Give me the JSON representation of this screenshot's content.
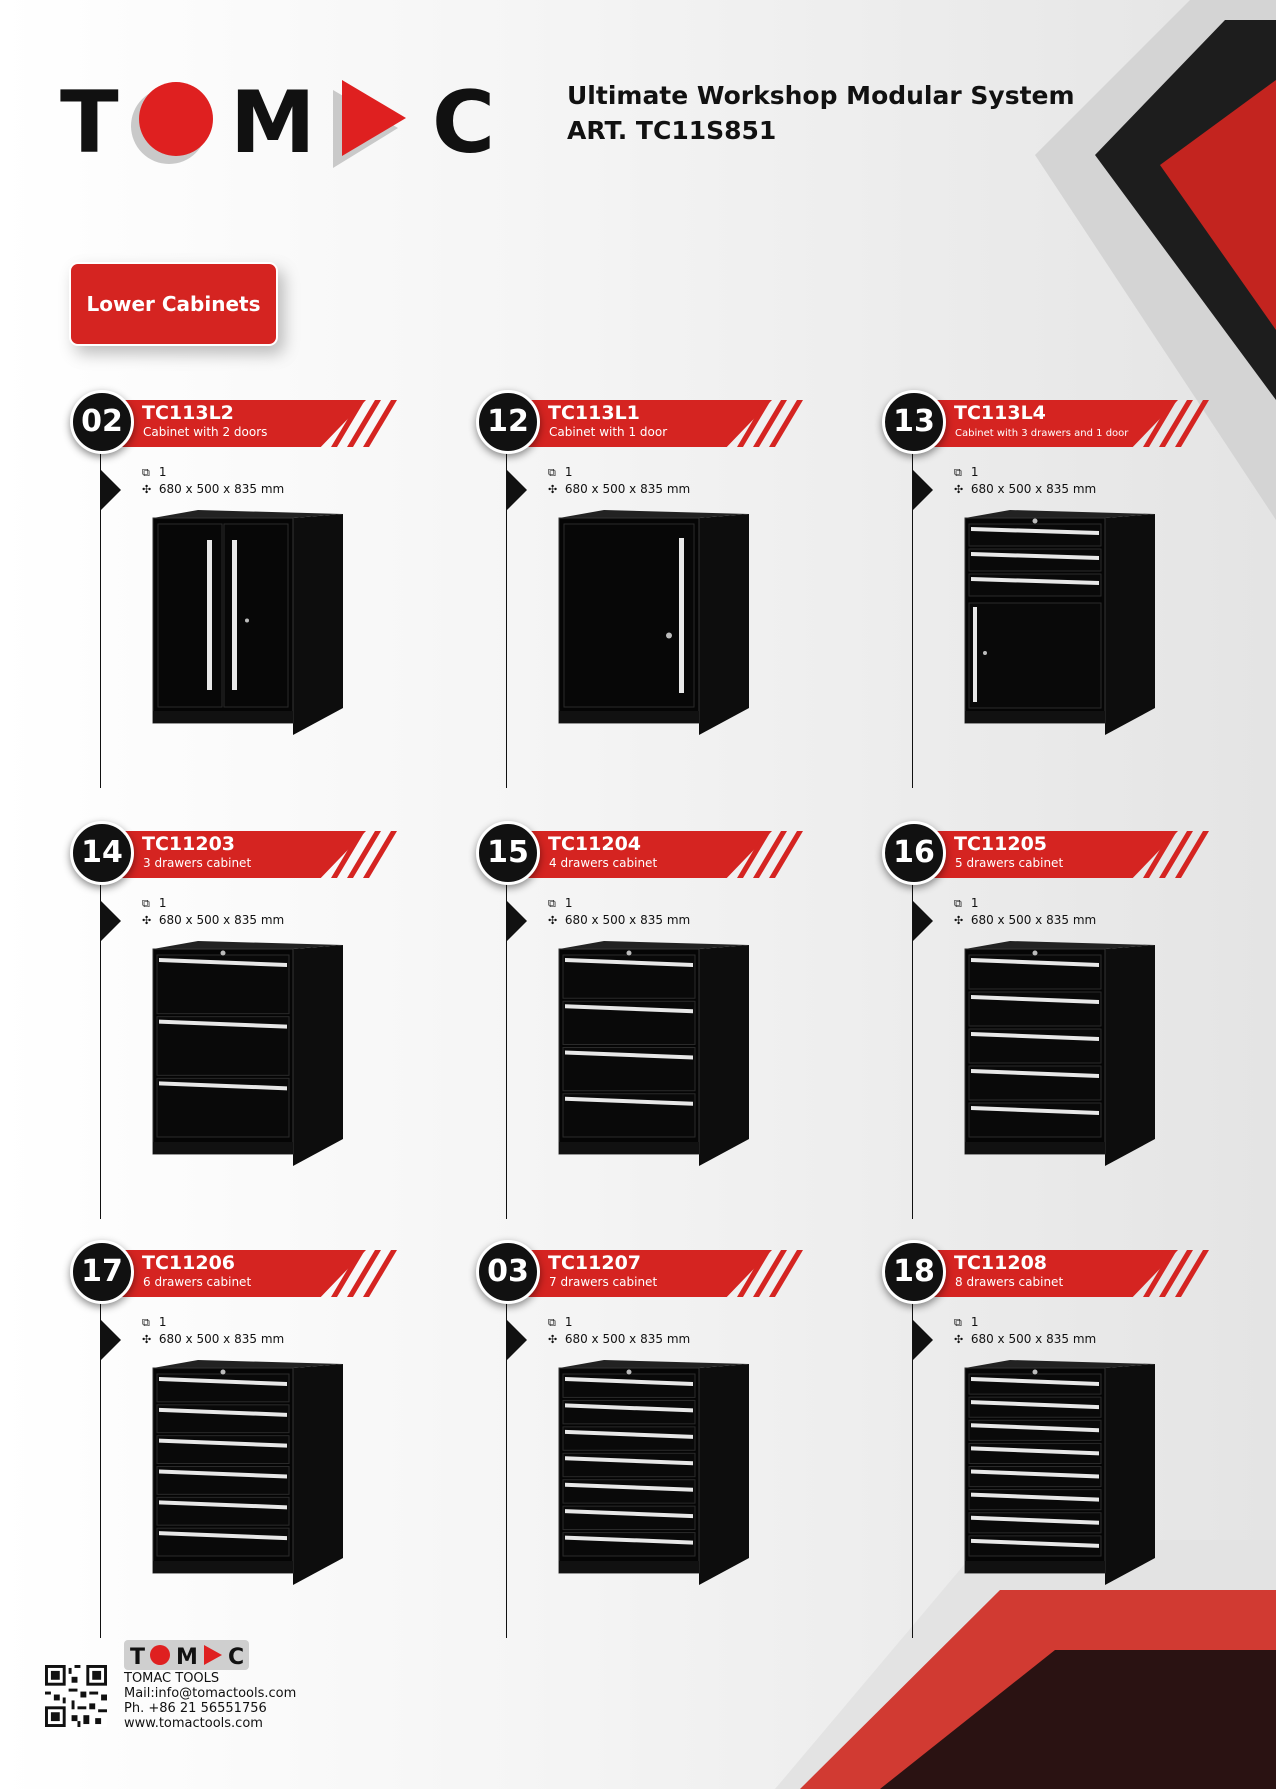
{
  "header": {
    "brand_letters": [
      "T",
      "M",
      "C"
    ],
    "title_line1": "Ultimate Workshop Modular System",
    "title_line2": "ART. TC11S851"
  },
  "section": {
    "label": "Lower Cabinets"
  },
  "products": [
    {
      "number": "02",
      "code": "TC113L2",
      "description": "Cabinet with 2 doors",
      "quantity": "1",
      "dimensions": "680 x 500 x 835 mm",
      "cabinet": {
        "doors": 2,
        "drawers": 0
      }
    },
    {
      "number": "12",
      "code": "TC113L1",
      "description": "Cabinet with 1 door",
      "quantity": "1",
      "dimensions": "680 x 500 x 835 mm",
      "cabinet": {
        "doors": 1,
        "drawers": 0
      }
    },
    {
      "number": "13",
      "code": "TC113L4",
      "description": "Cabinet with 3 drawers and 1 door",
      "quantity": "1",
      "dimensions": "680 x 500 x 835 mm",
      "cabinet": {
        "doors": 1,
        "drawers": 3
      }
    },
    {
      "number": "14",
      "code": "TC11203",
      "description": "3 drawers cabinet",
      "quantity": "1",
      "dimensions": "680 x 500 x 835 mm",
      "cabinet": {
        "doors": 0,
        "drawers": 3
      }
    },
    {
      "number": "15",
      "code": "TC11204",
      "description": "4 drawers cabinet",
      "quantity": "1",
      "dimensions": "680 x 500 x 835 mm",
      "cabinet": {
        "doors": 0,
        "drawers": 4
      }
    },
    {
      "number": "16",
      "code": "TC11205",
      "description": "5 drawers cabinet",
      "quantity": "1",
      "dimensions": "680 x 500 x 835 mm",
      "cabinet": {
        "doors": 0,
        "drawers": 5
      }
    },
    {
      "number": "17",
      "code": "TC11206",
      "description": "6 drawers cabinet",
      "quantity": "1",
      "dimensions": "680 x 500 x 835 mm",
      "cabinet": {
        "doors": 0,
        "drawers": 6
      }
    },
    {
      "number": "03",
      "code": "TC11207",
      "description": "7 drawers cabinet",
      "quantity": "1",
      "dimensions": "680 x 500 x 835 mm",
      "cabinet": {
        "doors": 0,
        "drawers": 7
      }
    },
    {
      "number": "18",
      "code": "TC11208",
      "description": "8 drawers cabinet",
      "quantity": "1",
      "dimensions": "680 x 500 x 835 mm",
      "cabinet": {
        "doors": 0,
        "drawers": 8
      }
    }
  ],
  "icons": {
    "quantity": "boxes-icon",
    "dimensions": "move-arrows-icon"
  },
  "footer": {
    "company": "TOMAC TOOLS",
    "mail": "Mail:info@tomactools.com",
    "phone": "Ph. +86 21 56551756",
    "website": "www.tomactools.com"
  },
  "colors": {
    "brand_red": "#d52421",
    "dark": "#111111",
    "light_gray": "#d8d8d8"
  }
}
